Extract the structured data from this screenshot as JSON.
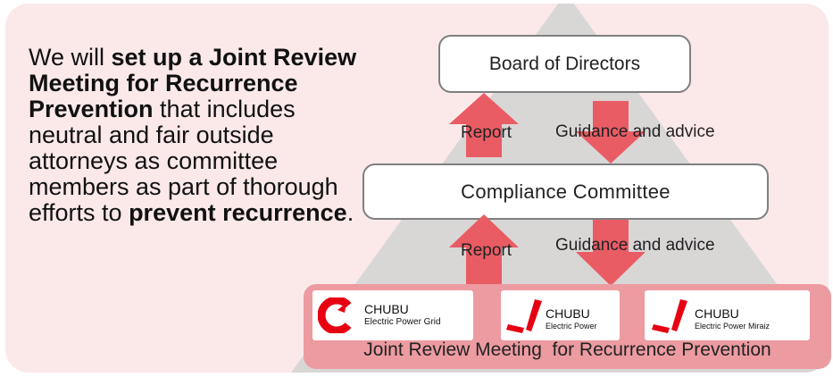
{
  "statement": {
    "part1": "We will ",
    "bold1": "set up a Joint Review Meeting for Recurrence Prevention",
    "part2": " that includes neutral and fair outside attorneys as committee members as part of thorough efforts to ",
    "bold2": "prevent recurrence",
    "part3": "."
  },
  "board": {
    "label": "Board of Directors"
  },
  "committee": {
    "label": "Compliance Committee"
  },
  "upper_flow": {
    "report": "Report",
    "guidance": "Guidance and advice"
  },
  "lower_flow": {
    "report": "Report",
    "guidance": "Guidance and advice"
  },
  "companies": [
    {
      "brand": "CHUBU",
      "name": "Electric Power Grid"
    },
    {
      "brand": "CHUBU",
      "name": "Electric Power"
    },
    {
      "brand": "CHUBU",
      "name": "Electric Power Miraiz"
    }
  ],
  "meeting": {
    "label": "Joint Review Meeting  for Recurrence Prevention"
  },
  "colors": {
    "panel": "#fbe9ea",
    "pyramid": "#d9d6d6",
    "arrow": "#e95c64",
    "bottom_band": "#ec9ba1",
    "logo_red": "#e60012"
  }
}
